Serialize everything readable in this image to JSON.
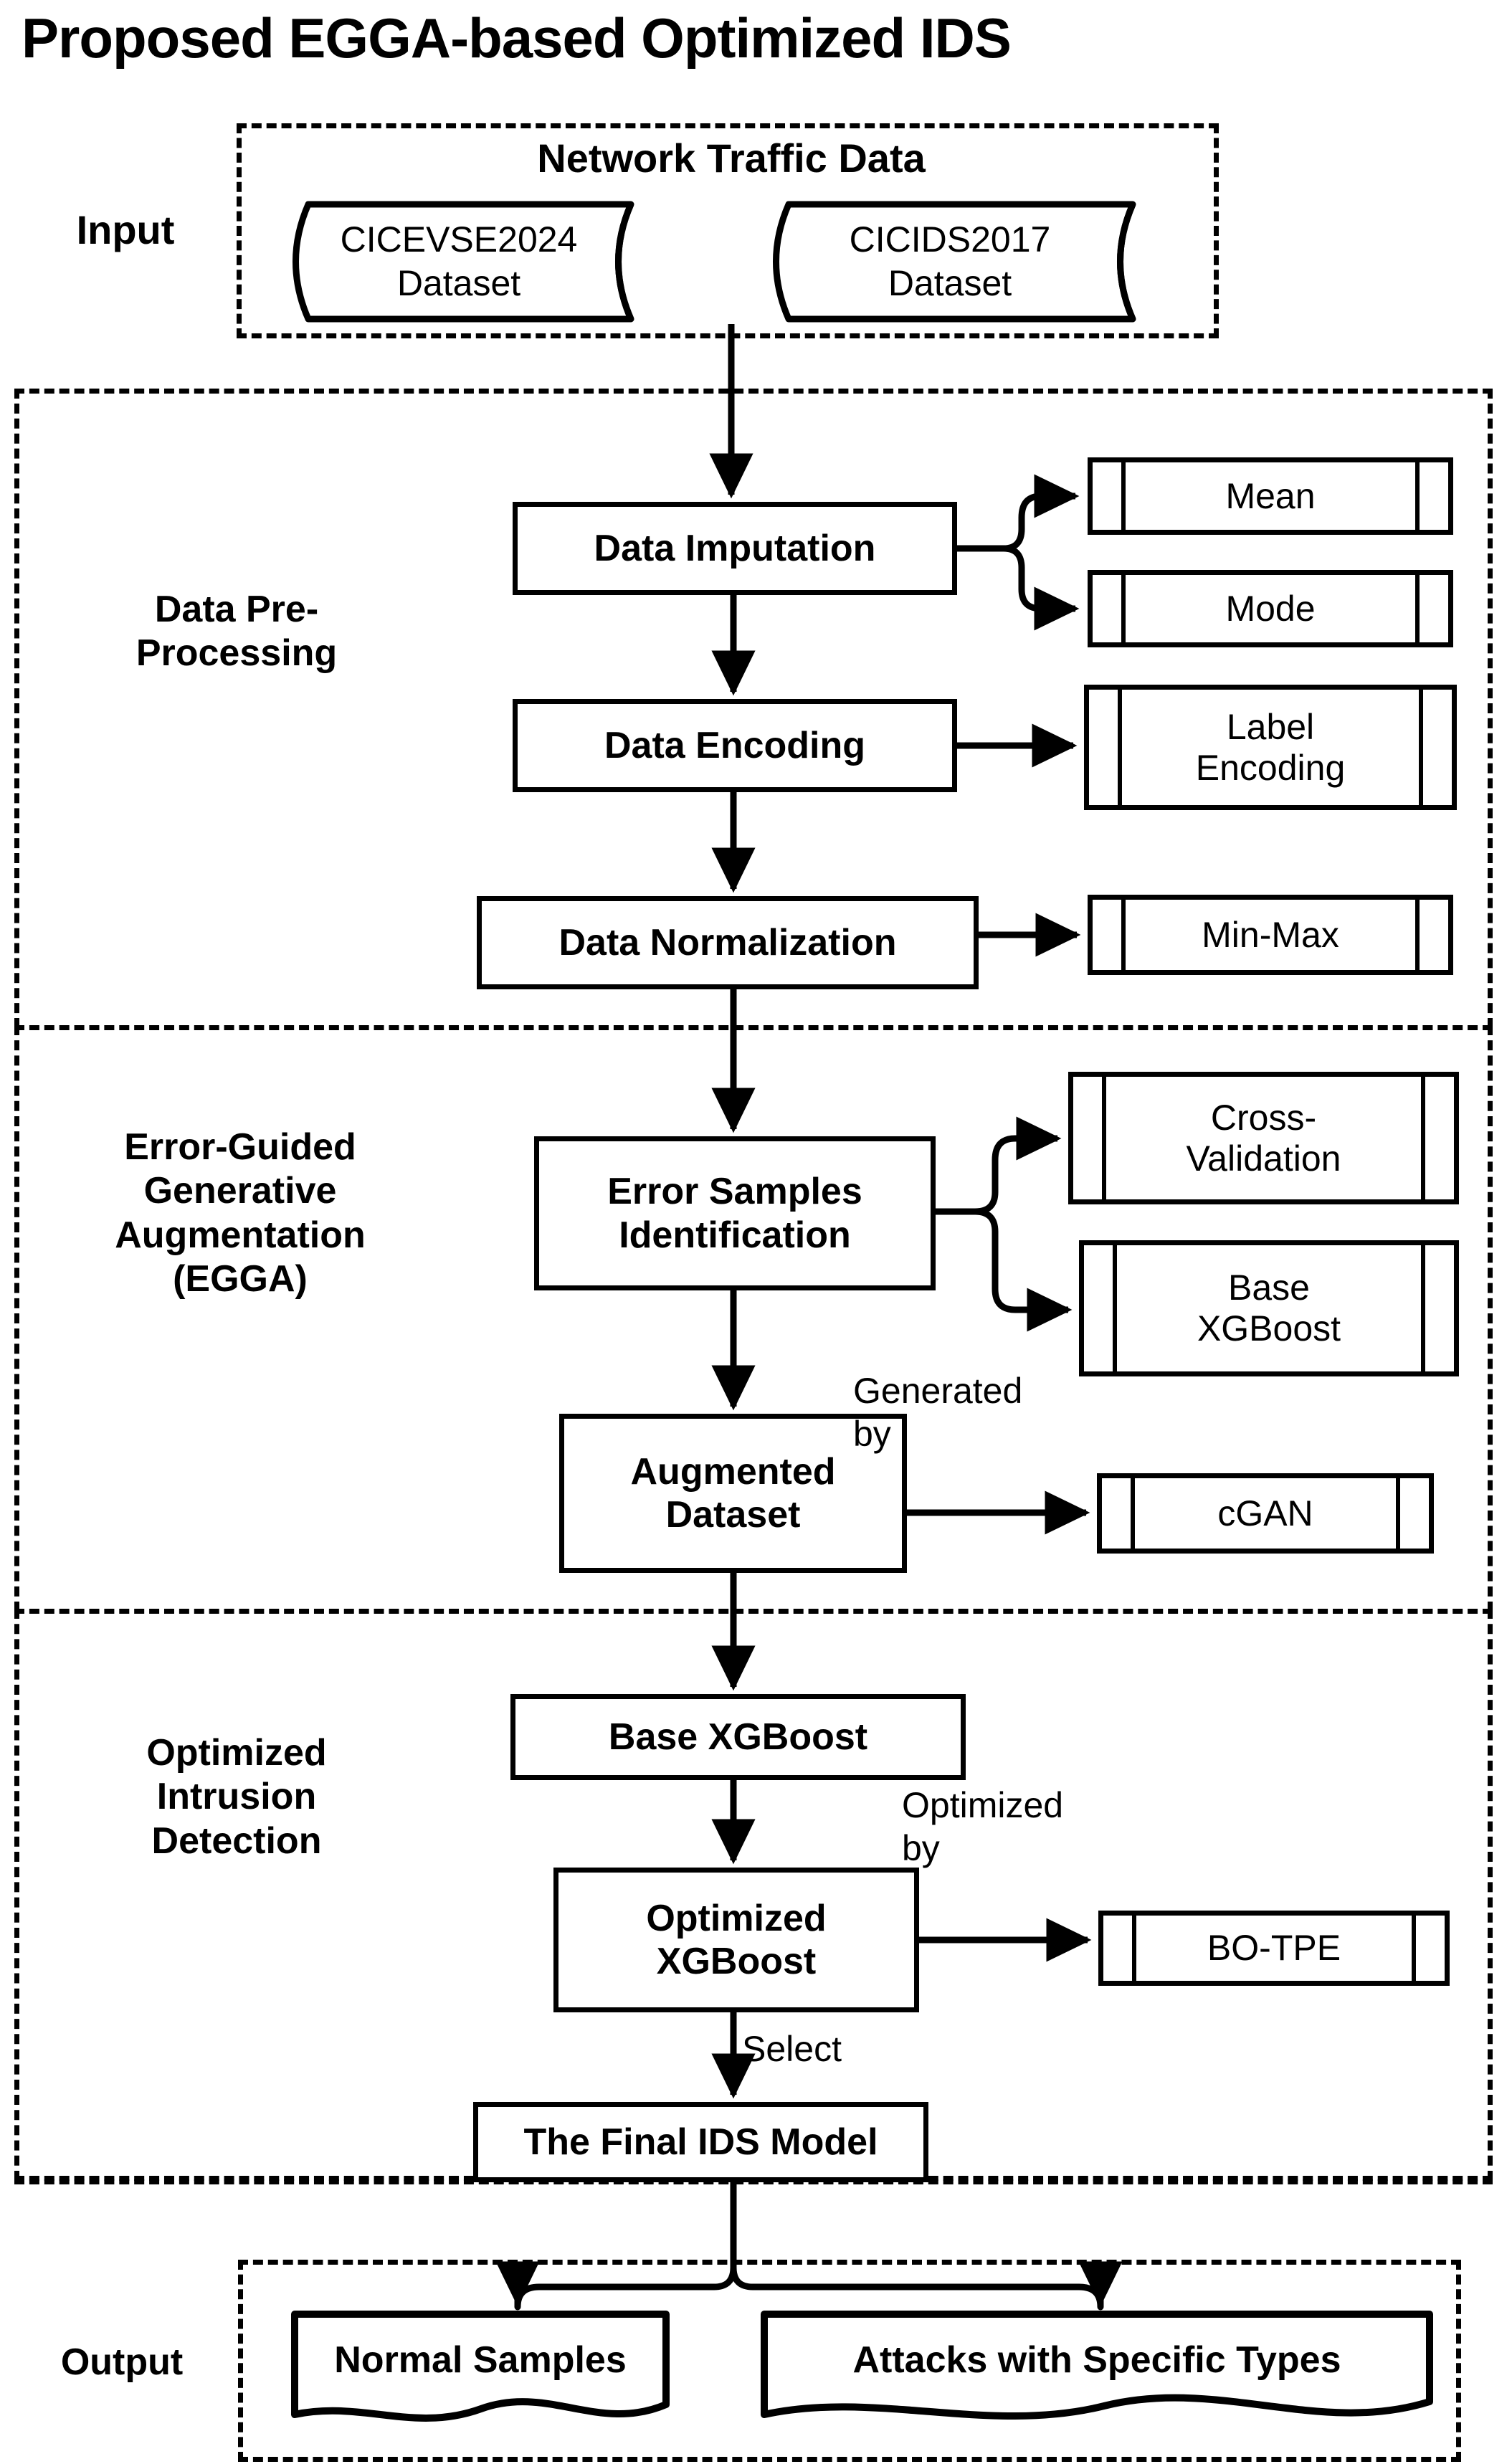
{
  "title": "Proposed EGGA-based Optimized IDS",
  "sections": {
    "input": {
      "label": "Input",
      "group_title": "Network Traffic Data",
      "datasets": [
        {
          "name": "CICEVSE2024\nDataset"
        },
        {
          "name": "CICIDS2017\nDataset"
        }
      ]
    },
    "preprocessing": {
      "label": "Data Pre-\nProcessing",
      "steps": [
        {
          "name": "Data Imputation"
        },
        {
          "name": "Data Encoding"
        },
        {
          "name": "Data Normalization"
        }
      ],
      "methods": [
        {
          "name": "Mean"
        },
        {
          "name": "Mode"
        },
        {
          "name": "Label\nEncoding"
        },
        {
          "name": "Min-Max"
        }
      ]
    },
    "egga": {
      "label": "Error-Guided\nGenerative\nAugmentation\n(EGGA)",
      "steps": [
        {
          "name": "Error Samples\nIdentification"
        },
        {
          "name": "Augmented\nDataset"
        }
      ],
      "methods": [
        {
          "name": "Cross-\nValidation"
        },
        {
          "name": "Base\nXGBoost"
        },
        {
          "name": "cGAN"
        }
      ],
      "edge_labels": [
        {
          "text": "Generated\nby"
        }
      ]
    },
    "detection": {
      "label": "Optimized\nIntrusion\nDetection",
      "steps": [
        {
          "name": "Base XGBoost"
        },
        {
          "name": "Optimized\nXGBoost"
        },
        {
          "name": "The Final IDS Model"
        }
      ],
      "methods": [
        {
          "name": "BO-TPE"
        }
      ],
      "edge_labels": [
        {
          "text": "Optimized\nby"
        },
        {
          "text": "Select"
        }
      ]
    },
    "output": {
      "label": "Output",
      "results": [
        {
          "name": "Normal Samples"
        },
        {
          "name": "Attacks with Specific Types"
        }
      ]
    }
  },
  "colors": {
    "stroke": "#000000",
    "fill": "#ffffff"
  }
}
